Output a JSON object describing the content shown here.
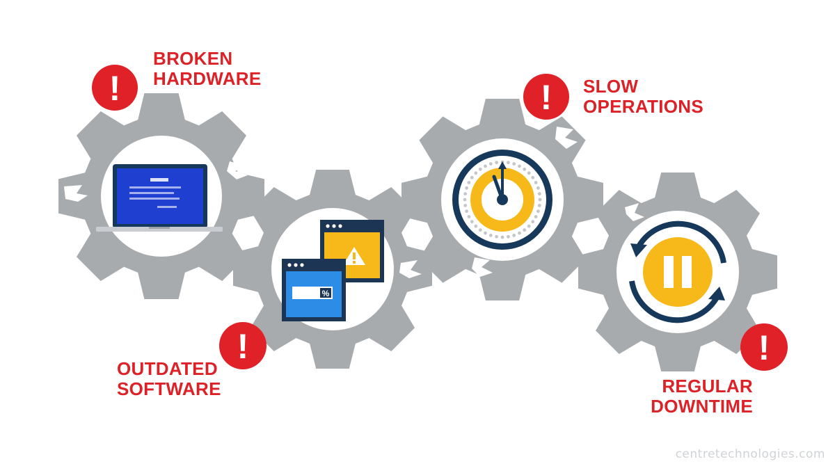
{
  "colors": {
    "gear": "#a7abae",
    "gear_hole": "#ffffff",
    "alert": "#e02128",
    "label": "#dc2127",
    "navy": "#16385b",
    "yellow": "#f7b91a",
    "laptop_screen": "#1f3fd1",
    "laptop_body": "#c9ccd0",
    "window_blue": "#2d8ce6",
    "window_yellow": "#f7b91a",
    "window_frame": "#1d3554",
    "dots": "#c4c6c8"
  },
  "labels": {
    "broken_hardware": {
      "line1": "BROKEN",
      "line2": "HARDWARE"
    },
    "slow_operations": {
      "line1": "SLOW",
      "line2": "OPERATIONS"
    },
    "outdated_software": {
      "line1": "OUTDATED",
      "line2": "SOFTWARE"
    },
    "regular_downtime": {
      "line1": "REGULAR",
      "line2": "DOWNTIME"
    }
  },
  "alert_glyph": "!",
  "icons": {
    "laptop": "laptop-icon",
    "browser_windows": "browser-windows-icon",
    "clock": "clock-icon",
    "pause_cycle": "pause-cycle-icon",
    "alert": "alert-icon",
    "percent_symbol": "%"
  },
  "watermark": "centretechnologies.com"
}
